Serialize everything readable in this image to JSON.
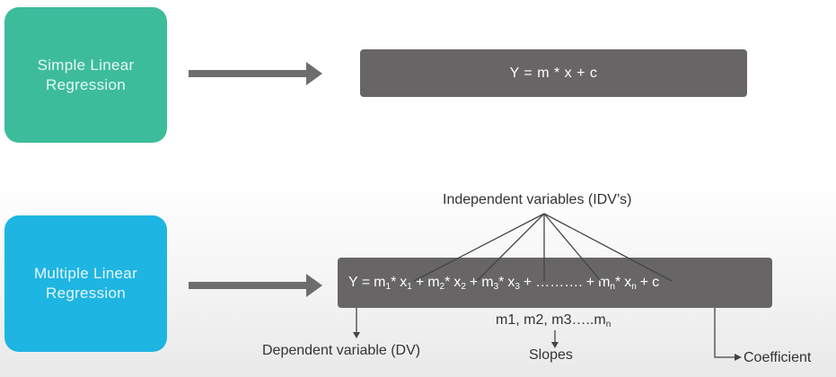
{
  "simple": {
    "label_line1": "Simple Linear",
    "label_line2": "Regression",
    "formula": "Y = m * x + c"
  },
  "multiple": {
    "label_line1": "Multiple Linear",
    "label_line2": "Regression",
    "formula": {
      "y": "Y =",
      "m1": "m",
      "m1_sub": "1",
      "mul1": "*",
      "x1": "x",
      "x1_sub": "1",
      "plus1": "+",
      "m2": "m",
      "m2_sub": "2",
      "mul2": "*",
      "x2": "x",
      "x2_sub": "2",
      "plus2": "+",
      "m3": "m",
      "m3_sub": "3",
      "mul3": "*",
      "x3": "x",
      "x3_sub": "3",
      "plus3": "+",
      "dots": "……….",
      "plus4": "+",
      "mn": "m",
      "mn_sub": "n",
      "muln": "*",
      "xn": "x",
      "xn_sub": "n",
      "plus5": "+",
      "c": "c"
    },
    "slopes_values": "m1, m2, m3…..m",
    "slopes_values_sub": "n"
  },
  "annotations": {
    "independent": "Independent variables (IDV’s)",
    "dependent": "Dependent variable (DV)",
    "slopes": "Slopes",
    "coefficient": "Coefficient"
  },
  "colors": {
    "simple_box": "#3dbc9c",
    "multiple_box": "#1eb5e2",
    "formula_bar": "#676565",
    "arrow": "#6d6d6d"
  }
}
